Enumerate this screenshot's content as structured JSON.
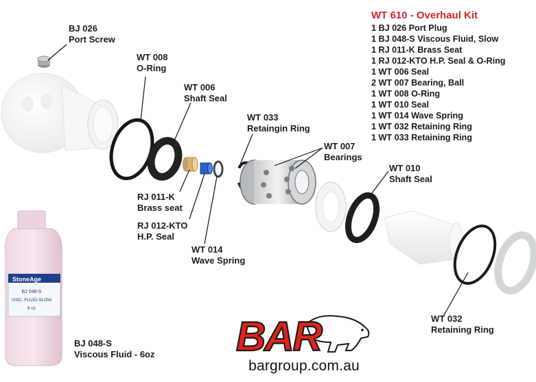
{
  "kit": {
    "title": "WT 610 - Overhaul Kit",
    "items": [
      "1 BJ 026 Port Plug",
      "1 BJ 048-S Viscous Fluid, Slow",
      "1 RJ 011-K Brass Seat",
      "1 RJ 012-KTO H.P. Seal & O-Ring",
      "1 WT 006 Seal",
      "2 WT 007 Bearing, Ball",
      "1 WT 008 O-Ring",
      "1 WT 010 Seal",
      "1 WT 014 Wave Spring",
      "1 WT 032 Retaining Ring",
      "1 WT 033 Retaining Ring"
    ]
  },
  "callouts": {
    "bj026": {
      "code": "BJ 026",
      "name": "Port Screw"
    },
    "wt008": {
      "code": "WT 008",
      "name": "O-Ring"
    },
    "wt006": {
      "code": "WT 006",
      "name": "Shaft Seal"
    },
    "wt033": {
      "code": "WT 033",
      "name": "Retaingin Ring"
    },
    "wt007": {
      "code": "WT 007",
      "name": "Bearings"
    },
    "wt010": {
      "code": "WT 010",
      "name": "Shaft Seal"
    },
    "rj011k": {
      "code": "RJ 011-K",
      "name": "Brass seat"
    },
    "rj012kto": {
      "code": "RJ 012-KTO",
      "name": "H.P. Seal"
    },
    "wt014": {
      "code": "WT 014",
      "name": "Wave Spring"
    },
    "bj048s": {
      "code": "BJ 048-S",
      "name": "Viscous Fluid - 6oz"
    },
    "wt032": {
      "code": "WT 032",
      "name": "Retaining Ring"
    }
  },
  "bottle_label": {
    "brand": "StoneAge",
    "part": "BJ 048-S",
    "desc": "VISC. FLUID-SLOW",
    "size": "6 oz"
  },
  "brand": {
    "logo": "BAR",
    "url": "bargroup.com.au"
  },
  "colors": {
    "kit_title": "#d0262c",
    "logo_red": "#e2231a",
    "text": "#1a1a1a",
    "hp_seal_blue": "#2a62c9",
    "brass": "#d9b47a"
  }
}
